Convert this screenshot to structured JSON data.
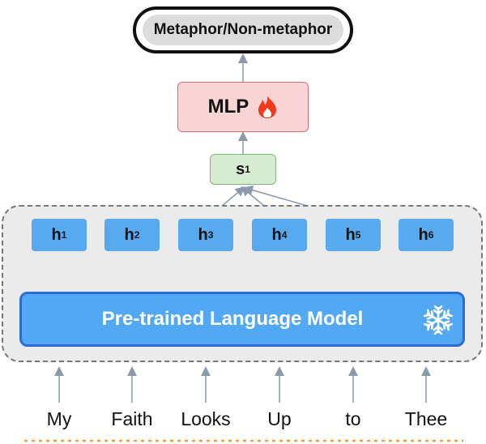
{
  "output": {
    "label": "Metaphor/Non-metaphor"
  },
  "mlp": {
    "label": "MLP",
    "icon": "fire-icon"
  },
  "sentence_embedding": {
    "letter": "s",
    "index": "1"
  },
  "hidden_states": [
    {
      "letter": "h",
      "index": "1"
    },
    {
      "letter": "h",
      "index": "2"
    },
    {
      "letter": "h",
      "index": "3"
    },
    {
      "letter": "h",
      "index": "4"
    },
    {
      "letter": "h",
      "index": "5"
    },
    {
      "letter": "h",
      "index": "6"
    }
  ],
  "encoder": {
    "label": "Pre-trained Language Model",
    "icon": "snowflake-icon"
  },
  "tokens": [
    "My",
    "Faith",
    "Looks",
    "Up",
    "to",
    "Thee"
  ],
  "colors": {
    "mlp_fill": "#f9d4d4",
    "mlp_border": "#e06c6c",
    "s_fill": "#d5ecd0",
    "s_border": "#7cb873",
    "h_fill": "#58aaf0",
    "encoder_fill": "#52a8f2",
    "arrow": "#8a9aaa",
    "underline": "#f0a040"
  }
}
